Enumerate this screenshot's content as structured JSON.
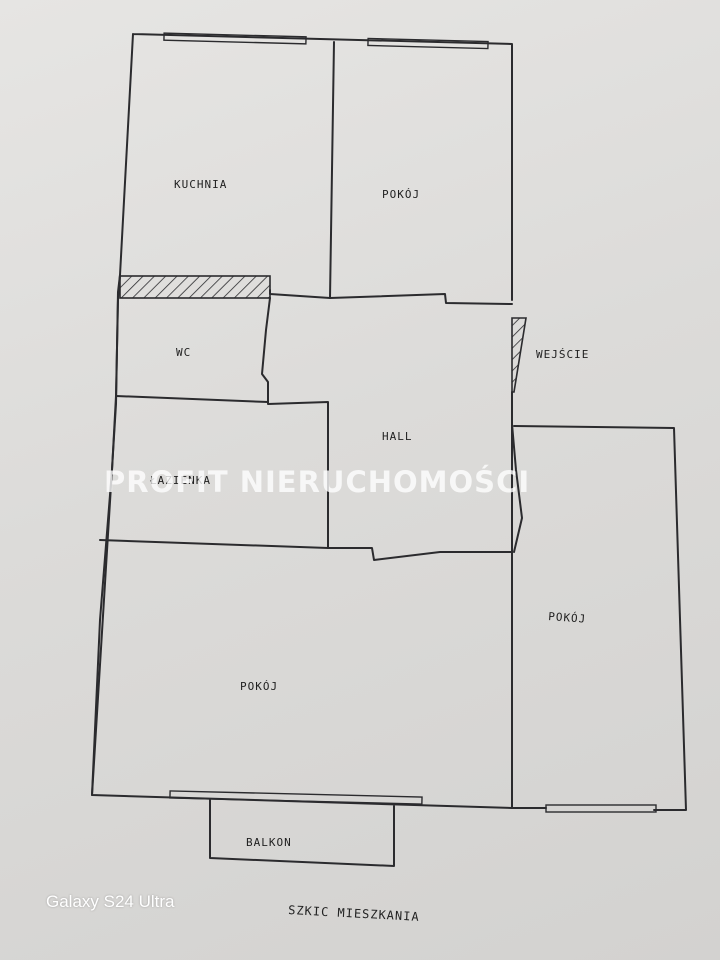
{
  "rooms": {
    "kitchen": "KUCHNIA",
    "room_top": "POKÓJ",
    "wc": "WC",
    "entrance": "WEJŚCIE",
    "hall": "HALL",
    "bathroom": "ŁAZIENKA",
    "room_right": "POKÓJ",
    "room_bottom": "POKÓJ",
    "balcony": "BALKON"
  },
  "caption": "SZKIC MIESZKANIA",
  "watermark": "PROFIT NIERUCHOMOŚCI",
  "camera_label": "Galaxy S24 Ultra"
}
